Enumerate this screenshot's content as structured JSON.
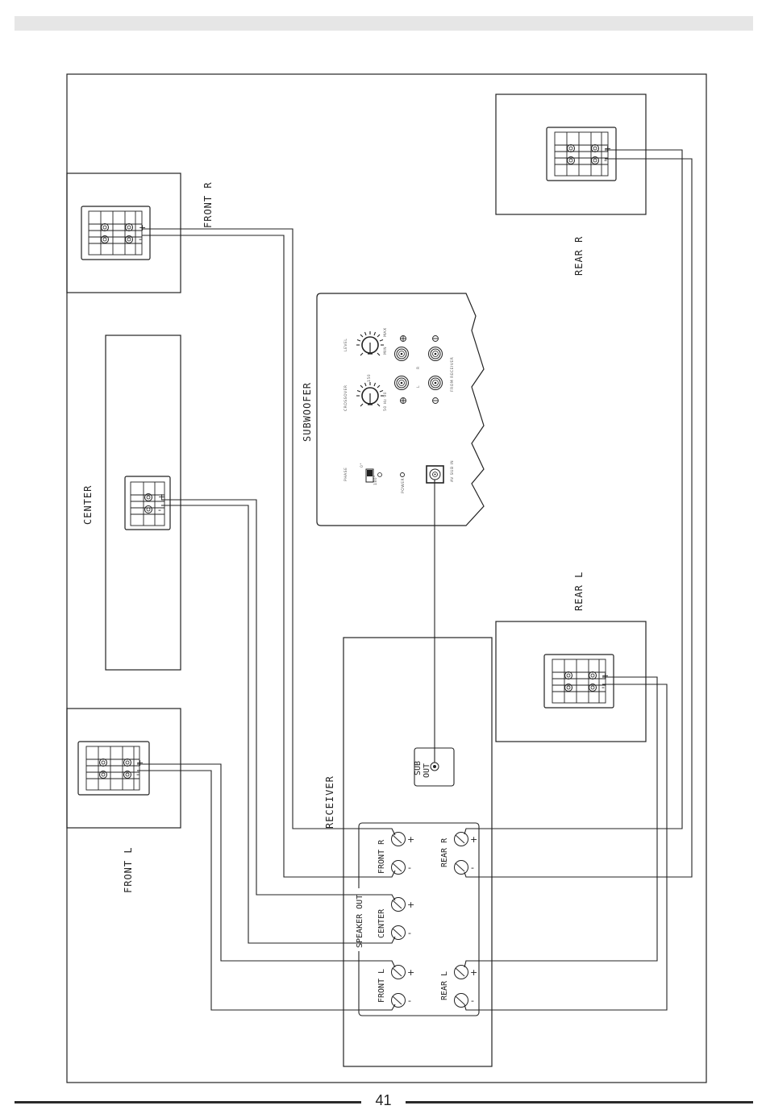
{
  "page_number": "41",
  "speakers": {
    "front_r": "FRONT R",
    "front_l": "FRONT L",
    "center": "CENTER",
    "rear_r": "REAR R",
    "rear_l": "REAR L"
  },
  "subwoofer": {
    "title": "SUBWOOFER",
    "level": "LEVEL",
    "min": "MIN",
    "max": "MAX",
    "crossover": "CROSSOVER",
    "crossover_hz": "50 Hz  90",
    "crossover_top": "150",
    "phase": "PHASE",
    "phase_0": "0°",
    "phase_180": "180°",
    "power": "POWER",
    "r_label": "R",
    "l_label": "L",
    "from_receiver": "FROM RECEIVER",
    "av_sub_in": "AV SUB IN"
  },
  "receiver": {
    "title": "RECEIVER",
    "sub_out_1": "SUB",
    "sub_out_2": "OUT",
    "speaker_out": "SPEAKER OUT",
    "front_r": "FRONT R",
    "center": "CENTER",
    "front_l": "FRONT L",
    "rear_r": "REAR R",
    "rear_l": "REAR L",
    "plus": "+",
    "minus": "-"
  }
}
